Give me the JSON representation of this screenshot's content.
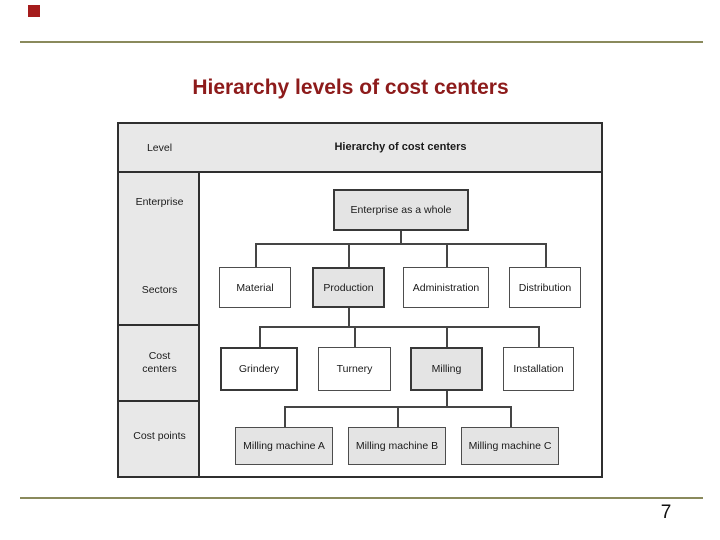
{
  "title": "Hierarchy levels of cost centers",
  "page": {
    "number": "7"
  },
  "accents": {
    "rule_color": "#8a8a5c",
    "square_color": "#a51c1c",
    "title_color": "#8d1b1b"
  },
  "diagram": {
    "header": {
      "level_label": "Level",
      "hierarchy_label": "Hierarchy of cost centers"
    },
    "row_labels": {
      "enterprise": "Enterprise",
      "sectors": "Sectors",
      "cost_centers": "Cost centers",
      "cost_points": "Cost points"
    },
    "tree": {
      "root": "Enterprise as a whole",
      "sectors": [
        "Material",
        "Production",
        "Administration",
        "Distribution"
      ],
      "cost_centers": [
        "Grindery",
        "Turnery",
        "Milling",
        "Installation"
      ],
      "cost_points": [
        "Milling machine A",
        "Milling machine B",
        "Milling machine C"
      ]
    }
  }
}
